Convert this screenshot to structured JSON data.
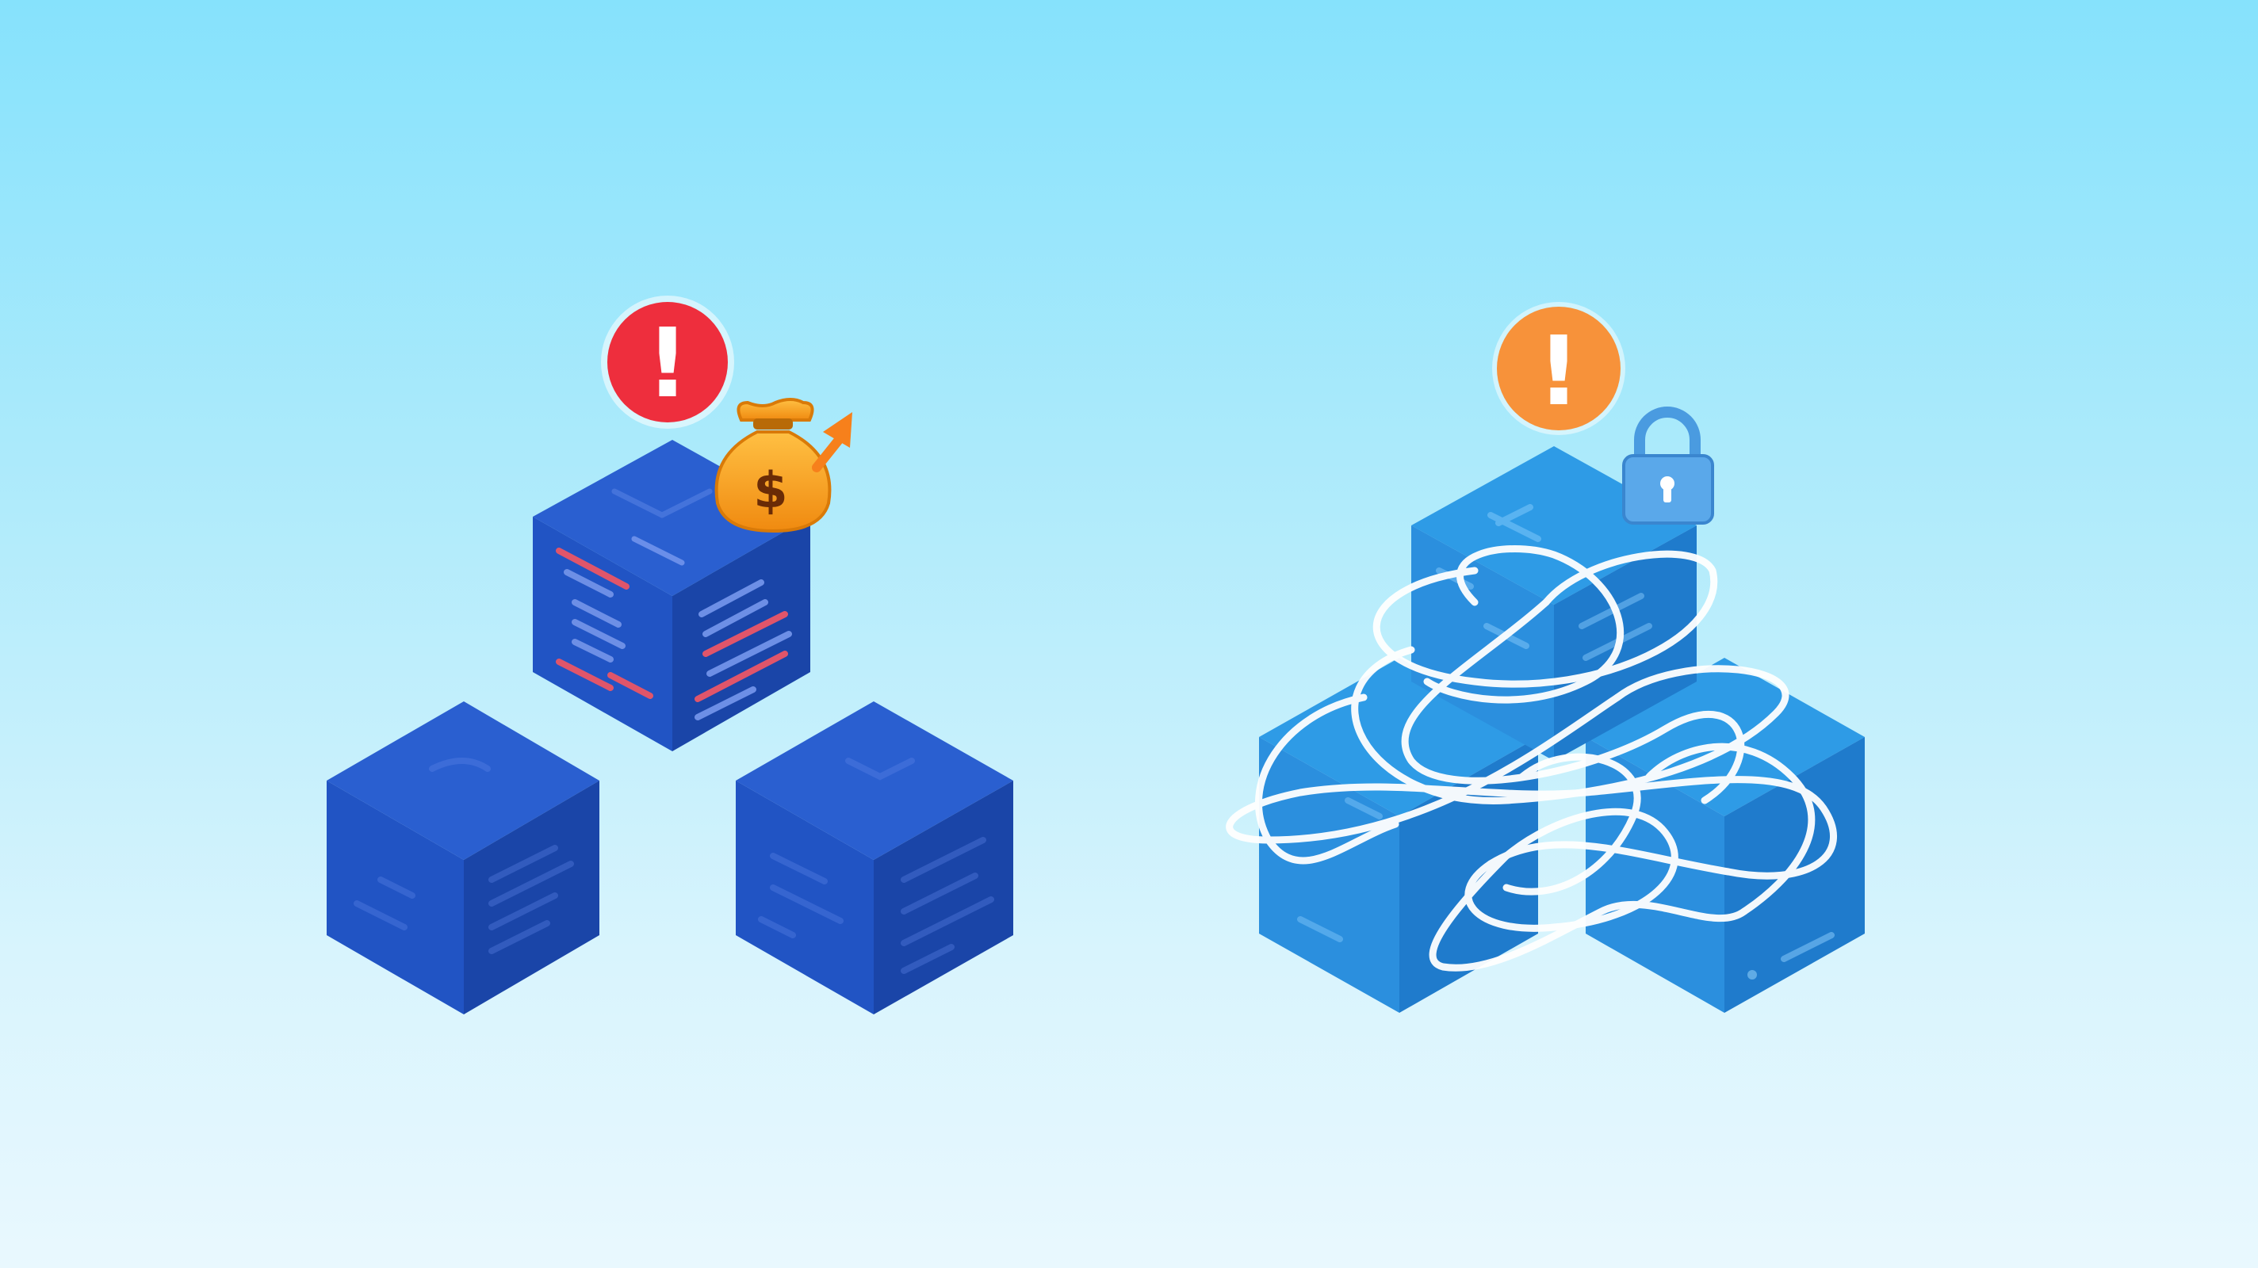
{
  "colors": {
    "background_top": "#86e2fc",
    "background_bottom": "#e9f8fe",
    "cube_dark_top": "#2a5fd0",
    "cube_dark_left": "#2154c4",
    "cube_dark_right": "#1a45a8",
    "cube_light_top": "#2e9be6",
    "cube_light_left": "#2b8fde",
    "cube_light_right": "#1f7bcc",
    "alert_critical": "#ee2e3d",
    "alert_warning": "#f7923a",
    "money_bag": "#f7a21b",
    "growth_arrow": "#f7801b",
    "lock": "#4a9be0",
    "tangle": "#ffffff"
  },
  "left_group": {
    "alert_icon": "alert-circle-icon",
    "alert_symbol": "!",
    "cost_icon": "money-bag-icon",
    "cost_symbol": "$",
    "trend_icon": "trend-up-arrow-icon",
    "cubes": [
      "code-cube-top",
      "code-cube-left",
      "code-cube-right"
    ]
  },
  "right_group": {
    "alert_icon": "warning-circle-icon",
    "alert_symbol": "!",
    "lock_icon": "padlock-icon",
    "tangle_icon": "tangled-wire-icon",
    "cubes": [
      "stacked-cube-top",
      "stacked-cube-left",
      "stacked-cube-right"
    ]
  }
}
